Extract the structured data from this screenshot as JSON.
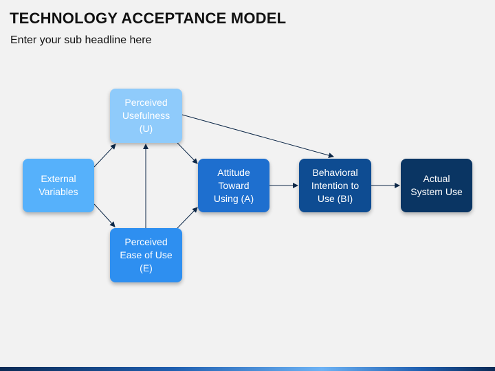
{
  "slide": {
    "title": "TECHNOLOGY ACCEPTANCE MODEL",
    "subtitle": "Enter your sub headline here"
  },
  "diagram": {
    "nodes": [
      {
        "id": "box-external",
        "label": "External\nVariables",
        "color": "#56b1fb"
      },
      {
        "id": "box-pu",
        "label": "Perceived\nUsefulness\n(U)",
        "color": "#8fcbfb"
      },
      {
        "id": "box-peou",
        "label": "Perceived\nEase of Use\n(E)",
        "color": "#2e8ff0"
      },
      {
        "id": "box-att",
        "label": "Attitude\nToward\nUsing (A)",
        "color": "#1e6fcf"
      },
      {
        "id": "box-bi",
        "label": "Behavioral\nIntention to\nUse (BI)",
        "color": "#0e4c92"
      },
      {
        "id": "box-asu",
        "label": "Actual\nSystem Use",
        "color": "#0a3563"
      }
    ],
    "edges": [
      {
        "from": "External Variables",
        "to": "Perceived Usefulness (U)"
      },
      {
        "from": "External Variables",
        "to": "Perceived Ease of Use (E)"
      },
      {
        "from": "Perceived Ease of Use (E)",
        "to": "Perceived Usefulness (U)"
      },
      {
        "from": "Perceived Usefulness (U)",
        "to": "Attitude Toward Using (A)"
      },
      {
        "from": "Perceived Ease of Use (E)",
        "to": "Attitude Toward Using (A)"
      },
      {
        "from": "Perceived Usefulness (U)",
        "to": "Behavioral Intention to Use (BI)"
      },
      {
        "from": "Attitude Toward Using (A)",
        "to": "Behavioral Intention to Use (BI)"
      },
      {
        "from": "Behavioral Intention to Use (BI)",
        "to": "Actual System Use"
      }
    ],
    "arrow_color": "#0d2848"
  }
}
